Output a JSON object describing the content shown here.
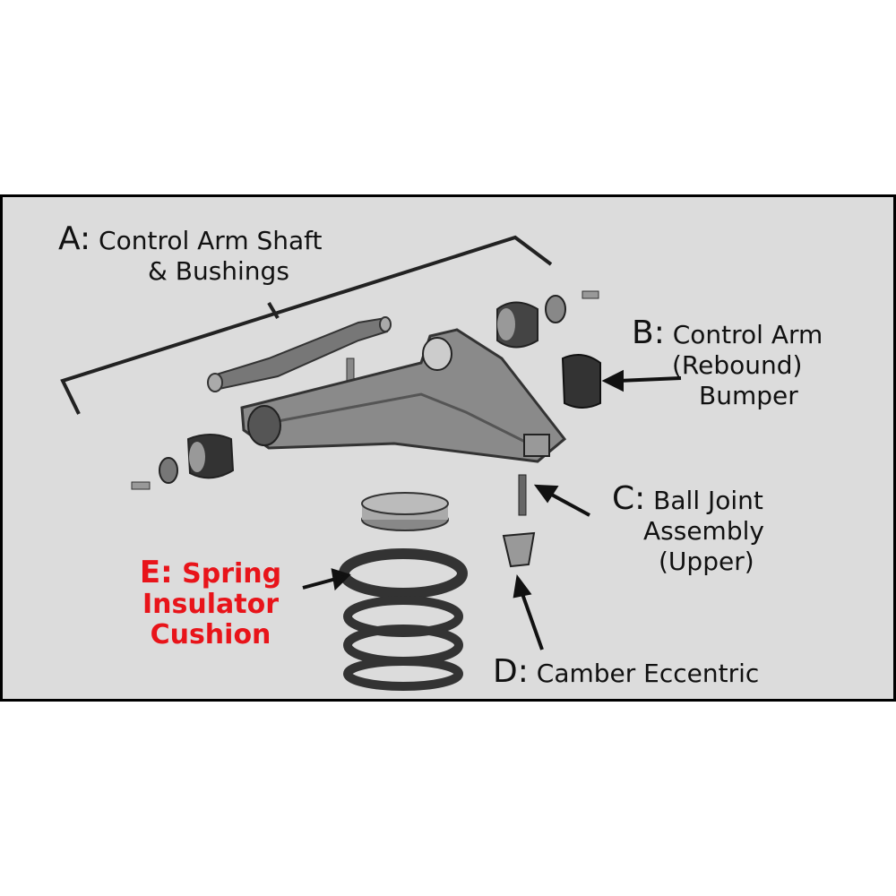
{
  "labels": {
    "a": {
      "key": "A:",
      "line1": "Control Arm Shaft",
      "line2": "& Bushings"
    },
    "b": {
      "key": "B:",
      "line1": "Control Arm",
      "line2": "(Rebound)",
      "line3": "Bumper"
    },
    "c": {
      "key": "C:",
      "line1": "Ball Joint",
      "line2": "Assembly",
      "line3": "(Upper)"
    },
    "d": {
      "key": "D:",
      "line1": "Camber Eccentric"
    },
    "e": {
      "key": "E:",
      "line1": "Spring",
      "line2": "Insulator",
      "line3": "Cushion"
    }
  },
  "colors": {
    "background": "#dcdcdc",
    "highlight": "#e8141a",
    "border": "#000000"
  }
}
